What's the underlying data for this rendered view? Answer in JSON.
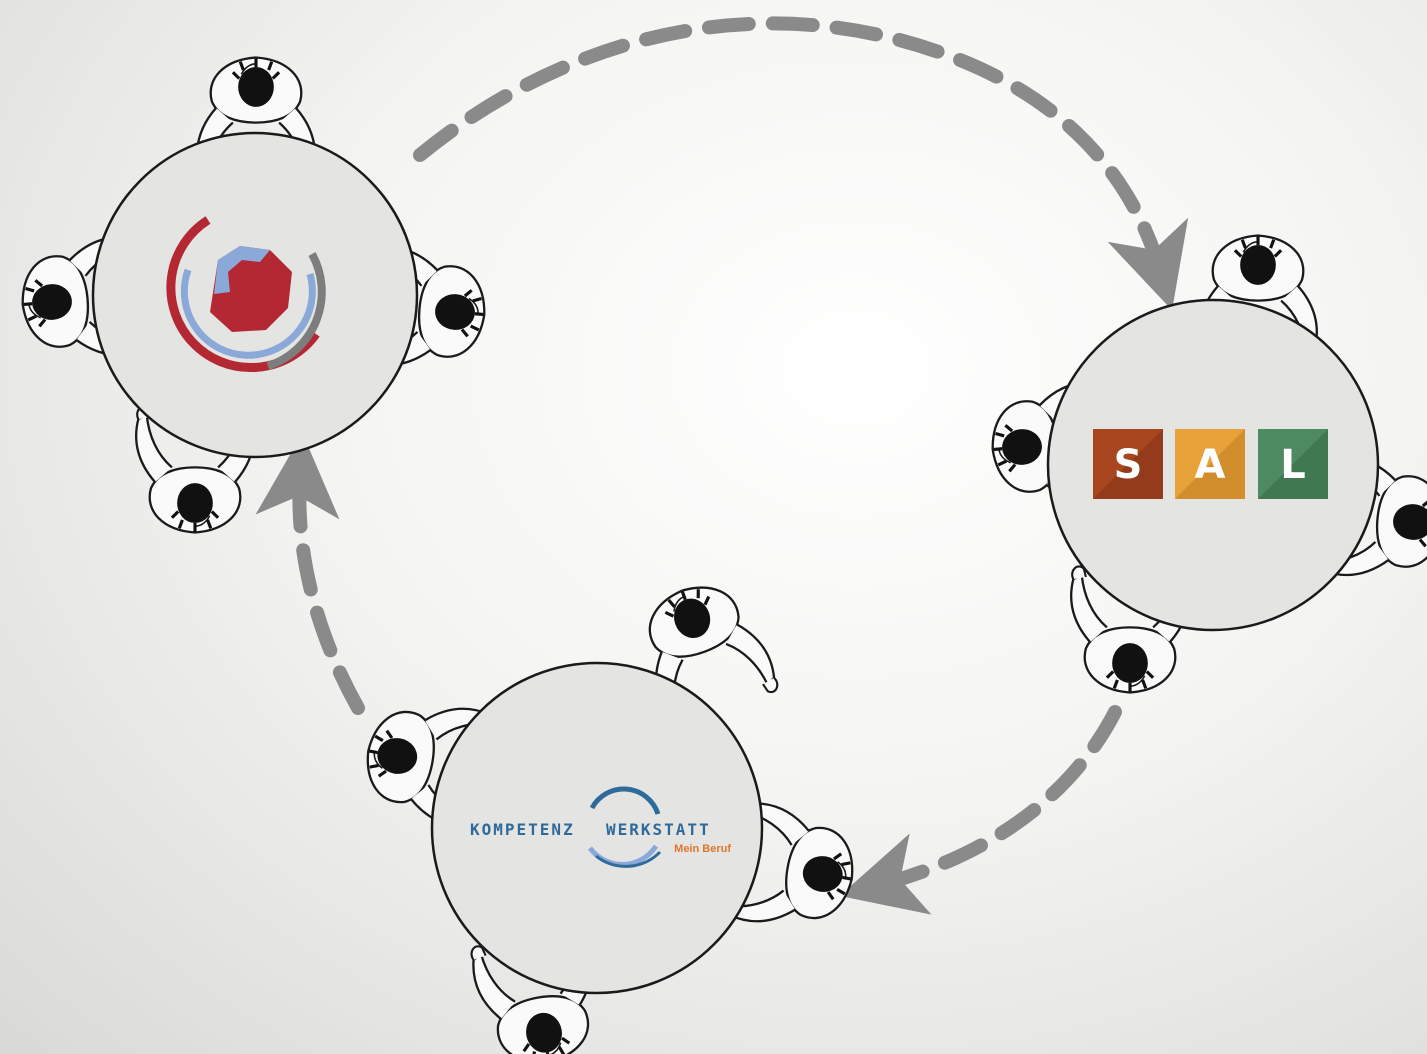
{
  "kompetenzwerkstatt": {
    "title_left": "KOMPETENZ",
    "title_right": "WERKSTATT",
    "subtitle": "Mein Beruf"
  },
  "sal_logo": {
    "letters": [
      "S",
      "A",
      "L"
    ]
  },
  "colors": {
    "arrow": "#8a8a8a",
    "table_fill": "#e4e4e2",
    "outline": "#1a1a1a",
    "sal_s": "#a8461f",
    "sal_a": "#e7a23a",
    "sal_l": "#4f8b62",
    "logo_red": "#b32832",
    "logo_blue": "#8aa8d8",
    "logo_gray": "#7d7d7d",
    "kw_blue": "#2f6a9a",
    "kw_orange": "#e0762b"
  },
  "icons": [
    "round-table-icon",
    "person-topview-icon",
    "dashed-arrow-icon",
    "octagon-logo-icon",
    "sal-logo-icon",
    "kompetenzwerkstatt-logo-icon"
  ]
}
